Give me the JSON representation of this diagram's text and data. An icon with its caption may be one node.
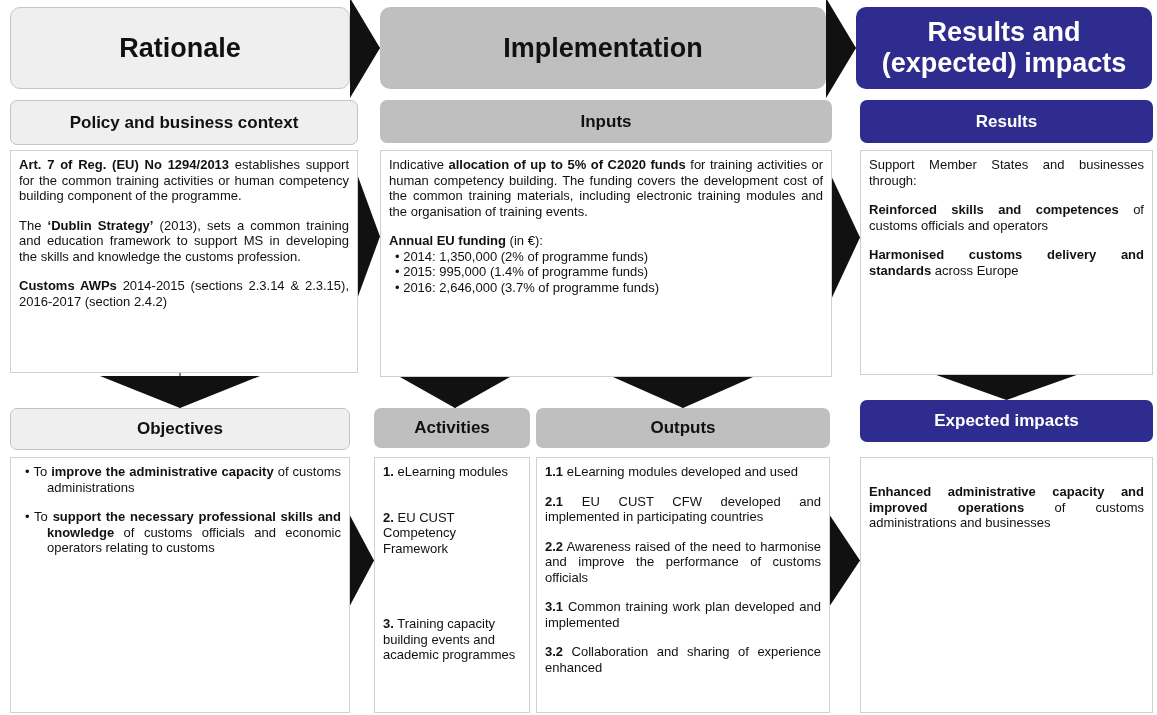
{
  "diagram": {
    "nodes": [
      {
        "text": [
          "Rationale"
        ]
      },
      {
        "text": [
          "Implementation"
        ]
      },
      {
        "text": [
          "Results and (expected) impacts"
        ]
      },
      {
        "text": [
          "Policy and business context",
          "**Art. 7 of Reg. (EU) No 1294/2013** establishes support for the common training activities or human competency building component of the programme.",
          "The **‘Dublin Strategy’** (2013), sets a common training and education framework to support MS in developing the skills and knowledge the customs profession.",
          "**Customs AWPs** 2014-2015 (sections 2.3.14 & 2.3.15), 2016-2017 (section 2.4.2)"
        ]
      },
      {
        "text": [
          "Inputs",
          "Indicative **allocation of up to 5% of C2020 funds** for training activities or human competency building. The funding covers the development cost of the common training materials, including electronic training modules and the organisation of training events.",
          "**Annual EU funding** (in €):",
          "• 2014: 1,350,000 (2% of programme funds)",
          "• 2015: 995,000 (1.4% of programme funds)",
          "• 2016: 2,646,000 (3.7% of programme funds)"
        ]
      },
      {
        "text": [
          "Results",
          "Support Member States and businesses through:",
          "**Reinforced skills and competences** of customs officials and operators",
          "**Harmonised customs delivery and standards** across Europe"
        ]
      },
      {
        "text": [
          "Objectives",
          "• To **improve the administrative capacity** of customs administrations",
          "• To **support the necessary professional skills and knowledge** of customs officials and economic operators relating to customs"
        ]
      },
      {
        "text": [
          "Activities",
          "**1.** eLearning modules",
          "**2.** EU CUST Competency Framework",
          "**3.** Training capacity building events and academic programmes"
        ]
      },
      {
        "text": [
          "Outputs",
          "**1.1** eLearning modules developed and used",
          "**2.1** EU CUST CFW developed and implemented in participating countries",
          "**2.2** Awareness raised of the need to harmonise and improve the performance of customs officials",
          "**3.1** Common training work plan developed and implemented",
          "**3.2** Collaboration and sharing of experience enhanced"
        ]
      },
      {
        "text": [
          "Expected impacts",
          "**Enhanced administrative capacity and improved operations** of customs administrations and businesses"
        ]
      }
    ],
    "edges": [
      {
        "from": 0,
        "to": 1,
        "arrow": "to"
      },
      {
        "from": 1,
        "to": 2,
        "arrow": "to"
      },
      {
        "from": 3,
        "to": 4,
        "arrow": "to"
      },
      {
        "from": 4,
        "to": 5,
        "arrow": "to"
      },
      {
        "from": 3,
        "to": 6,
        "arrow": "to"
      },
      {
        "from": 5,
        "to": 9,
        "arrow": "to"
      },
      {
        "from": 6,
        "to": 7,
        "arrow": "to"
      },
      {
        "from": 8,
        "to": 9,
        "arrow": "to"
      },
      {
        "from": 4,
        "to": 7,
        "arrow": "to"
      },
      {
        "from": 4,
        "to": 8,
        "arrow": "to"
      }
    ]
  }
}
